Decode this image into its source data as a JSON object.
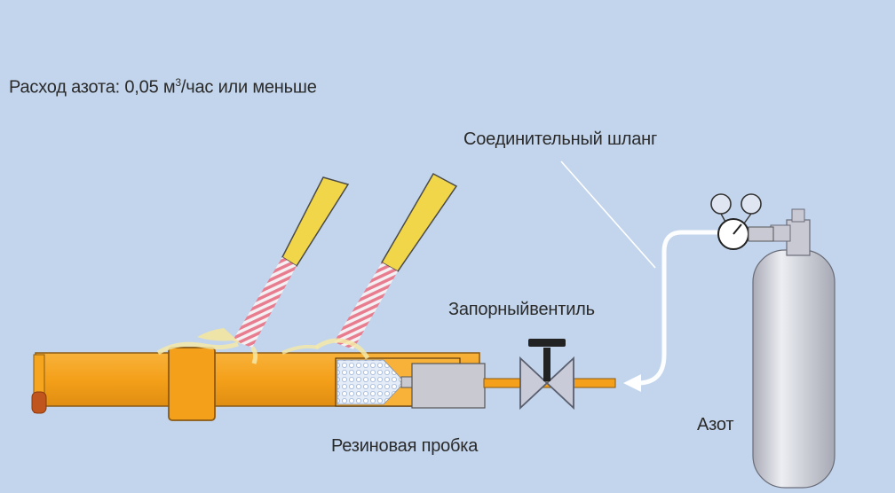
{
  "labels": {
    "flow_prefix": "Расход азота: 0,05 м",
    "flow_sup": "3",
    "flow_suffix": "/час или меньше",
    "hose": "Соединительный шланг",
    "valve": "Запорныйвентиль",
    "plug": "Резиновая пробка",
    "nitrogen": "Азот"
  },
  "colors": {
    "background": "#c3d5ec",
    "pipe": "#f6a61e",
    "pipe_outline": "#8a5a14",
    "torch": "#f2d64a",
    "flame": "#e9788a",
    "plug": "#c9c9d2",
    "cylinder": "#c8c9d3",
    "hose": "#ffffff",
    "valve": "#c9ccd8"
  },
  "icons": {
    "torches": "welding-torch-icon",
    "gauge": "pressure-gauge-icon",
    "valve": "shutoff-valve-icon",
    "cylinder": "gas-cylinder-icon"
  }
}
